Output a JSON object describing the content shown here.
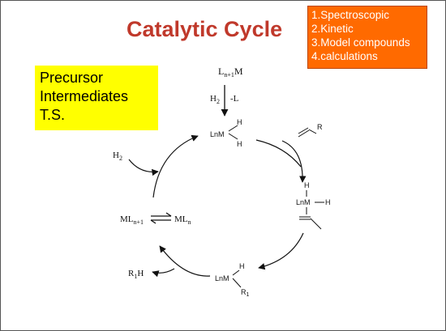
{
  "slide": {
    "title": "Catalytic Cycle",
    "methods": [
      "1.Spectroscopic",
      "2.Kinetic",
      "3.Model compounds",
      "4.calculations"
    ],
    "stages": [
      "Precursor",
      "Intermediates",
      "T.S."
    ]
  },
  "diagram": {
    "precursor": {
      "base": "L",
      "sub": "n+1",
      "tail": "M"
    },
    "dissociation": {
      "h2": "H",
      "h2_sub": "2",
      "minus_l": "-L"
    },
    "dihydride": {
      "metal": "LnM",
      "h_top": "H",
      "h_bottom": "H"
    },
    "alkene": {
      "r": "R"
    },
    "alkene_complex": {
      "metal": "LnM",
      "h_top": "H",
      "h_right": "H"
    },
    "alkyl_hydride": {
      "metal": "LnM",
      "h_top": "H",
      "r": "R",
      "r_sub": "1"
    },
    "product": {
      "r": "R",
      "r_sub": "1",
      "h": "H"
    },
    "h2_in": {
      "h": "H",
      "sub": "2"
    },
    "equilibrium": {
      "left": "ML",
      "left_sub": "n+1",
      "right": "ML",
      "right_sub": "n"
    }
  },
  "colors": {
    "title": "#c0392b",
    "orange_box": "#ff6a00",
    "yellow_box": "#ffff00",
    "stroke": "#111111"
  }
}
